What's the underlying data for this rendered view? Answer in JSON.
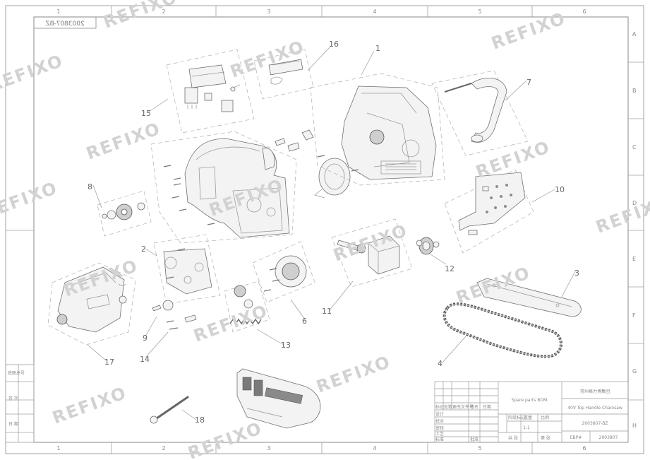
{
  "drawing_number_stamp": "2003807-BZ",
  "watermark": "REFIXO",
  "zone_columns": [
    "1",
    "2",
    "3",
    "4",
    "5",
    "6"
  ],
  "zone_rows": [
    "A",
    "B",
    "C",
    "D",
    "E",
    "F",
    "G",
    "H"
  ],
  "callouts": [
    "1",
    "2",
    "3",
    "4",
    "6",
    "7",
    "8",
    "9",
    "10",
    "11",
    "12",
    "13",
    "14",
    "15",
    "16",
    "17",
    "18"
  ],
  "title_block": {
    "name_cn": "常州格力博集团",
    "doc_title": "Spare parts BOM",
    "product": "40V Top Handle Chainsaw",
    "drawing_no": "2003807-BZ",
    "code": "2003807",
    "sheet_label": "EBP#",
    "scale": "1:1",
    "left_labels": [
      "设计",
      "校对",
      "审核",
      "工艺",
      "标准",
      "批准"
    ],
    "header_labels": [
      "标记",
      "处数",
      "更改文件号",
      "签名",
      "日期"
    ],
    "cells": [
      "阶段标记",
      "重量",
      "比例",
      "共 张",
      "第 张"
    ]
  },
  "left_strip": [
    "底图总号",
    "签 字",
    "日 期"
  ]
}
